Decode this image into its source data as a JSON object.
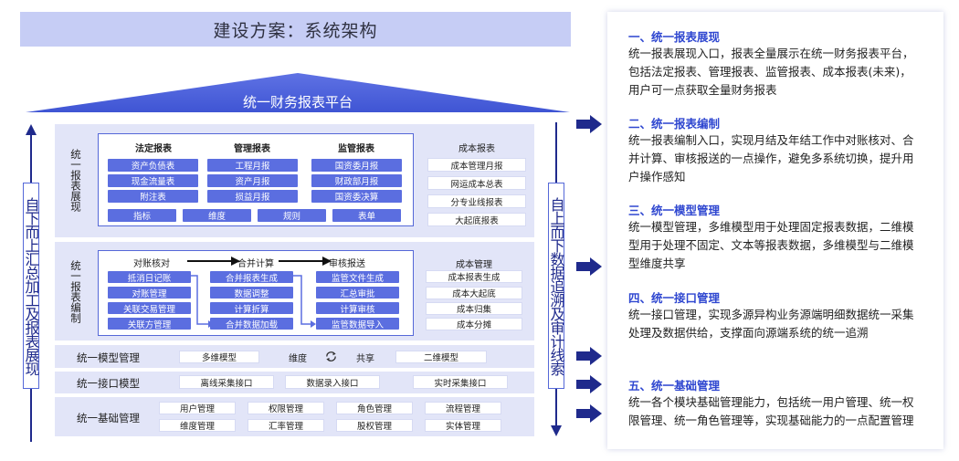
{
  "title": "建设方案：系统架构",
  "roof_label": "统一财务报表平台",
  "left_side_label": "自下而上汇总加工及报表展现",
  "right_side_label": "自上而下数据追溯及审计线索",
  "display": {
    "label": "统一报表展现",
    "legal_head": "法定报表",
    "mgmt_head": "管理报表",
    "reg_head": "监管报表",
    "legal_items": [
      "资产负债表",
      "现金流量表",
      "附注表"
    ],
    "mgmt_items": [
      "工程月报",
      "资产月报",
      "损益月报"
    ],
    "reg_items": [
      "国资委月报",
      "财政部月报",
      "国资委决算"
    ],
    "bottom_items": [
      "指标",
      "维度",
      "规则",
      "表单"
    ],
    "cost_head": "成本报表",
    "cost_items": [
      "成本管理月报",
      "网运成本总表",
      "分专业线报表",
      "大起底报表"
    ]
  },
  "compile": {
    "label": "统一报表编制",
    "col1_head": "对账核对",
    "col2_head": "合并计算",
    "col3_head": "审核报送",
    "col1_items": [
      "抵消日记账",
      "对账管理",
      "关联交易管理",
      "关联方管理"
    ],
    "col2_items": [
      "合并报表生成",
      "数据调整",
      "计算折算",
      "合并数据加载"
    ],
    "col3_items": [
      "监管文件生成",
      "汇总审批",
      "计算审核",
      "监管数据导入"
    ],
    "cost_head": "成本管理",
    "cost_items": [
      "成本报表生成",
      "成本大起底",
      "成本归集",
      "成本分摊"
    ]
  },
  "model": {
    "label": "统一模型管理",
    "multi": "多维模型",
    "dim": "维度",
    "share": "共享",
    "two": "二维模型"
  },
  "interface": {
    "label": "统一接口模型",
    "items": [
      "离线采集接口",
      "数据录入接口",
      "实时采集接口"
    ]
  },
  "base": {
    "label": "统一基础管理",
    "row1": [
      "用户管理",
      "权限管理",
      "角色管理",
      "流程管理"
    ],
    "row2": [
      "维度管理",
      "汇率管理",
      "股权管理",
      "实体管理"
    ]
  },
  "sections": [
    {
      "title": "一、统一报表展现",
      "text": "统一报表展现入口，报表全量展示在统一财务报表平台，包括法定报表、管理报表、监管报表、成本报表(未来)，用户可一点获取全量财务报表"
    },
    {
      "title": "二、统一报表编制",
      "text": "统一报表编制入口，实现月结及年结工作中对账核对、合并计算、审核报送的一点操作，避免多系统切换，提升用户操作感知"
    },
    {
      "title": "三、统一模型管理",
      "text": "统一模型管理，多维模型用于处理固定报表数据，二维模型用于处理不固定、文本等报表数据，多维模型与二维模型维度共享"
    },
    {
      "title": "四、统一接口管理",
      "text": "统一接口管理，实现多源异构业务源端明细数据统一采集处理及数据供给，支撑面向源端系统的统一追溯"
    },
    {
      "title": "五、统一基础管理",
      "text": "统一各个模块基础管理能力，包括统一用户管理、统一权限管理、统一角色管理等，实现基础能力的一点配置管理"
    }
  ],
  "colors": {
    "accent": "#5b6ee0",
    "block_bg": "#e2e5f8",
    "title_bg": "#c6cdf5",
    "heading": "#2f47d0",
    "arrow": "#1f2a8c"
  }
}
